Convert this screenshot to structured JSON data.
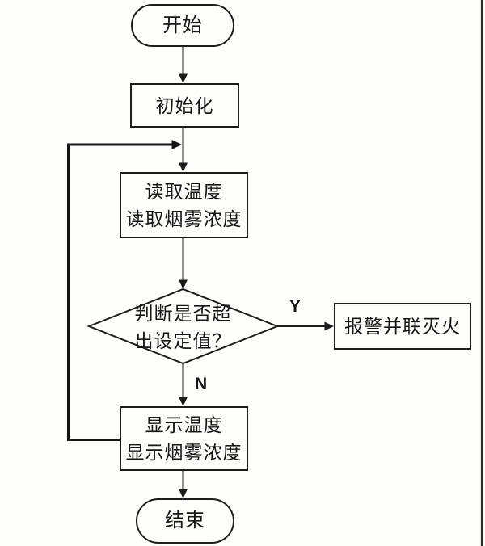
{
  "flowchart": {
    "nodes": {
      "start": {
        "label": "开始"
      },
      "init": {
        "label": "初始化"
      },
      "read": {
        "lines": [
          "读取温度",
          "读取烟雾浓度"
        ]
      },
      "decision": {
        "lines": [
          "判断是否超",
          "出设定值？"
        ]
      },
      "alarm": {
        "label": "报警并联灭火"
      },
      "display": {
        "lines": [
          "显示温度",
          "显示烟雾浓度"
        ]
      },
      "end": {
        "label": "结束"
      }
    },
    "edge_labels": {
      "yes": "Y",
      "no": "N"
    },
    "colors": {
      "ink": "#1c1c1c",
      "paper": "#fdfdfc",
      "page_edge": "#2b2b2b"
    }
  }
}
